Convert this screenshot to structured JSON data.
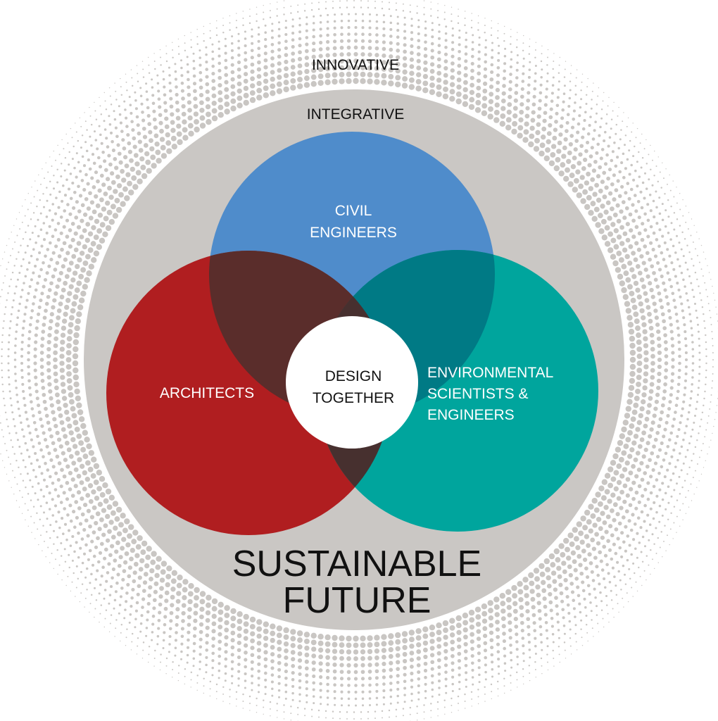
{
  "outer_label": "INNOVATIVE",
  "ring_label": "INTEGRATIVE",
  "circles": {
    "civil": {
      "line1": "CIVIL",
      "line2": "ENGINEERS"
    },
    "architects": {
      "line1": "ARCHITECTS"
    },
    "environmental": {
      "line1": "ENVIRONMENTAL",
      "line2": "SCIENTISTS &",
      "line3": "ENGINEERS"
    }
  },
  "center": {
    "line1": "DESIGN",
    "line2": "TOGETHER"
  },
  "bottom": {
    "line1": "SUSTAINABLE",
    "line2": "FUTURE"
  },
  "colors": {
    "gray": "#cac7c4",
    "blue": "#4f8ccb",
    "red": "#b01e20",
    "teal": "#00a59d",
    "red_blue": "#5a2d2b",
    "blue_teal": "#007a85",
    "red_teal": "#47302f",
    "dots": "#c9c6c3"
  }
}
